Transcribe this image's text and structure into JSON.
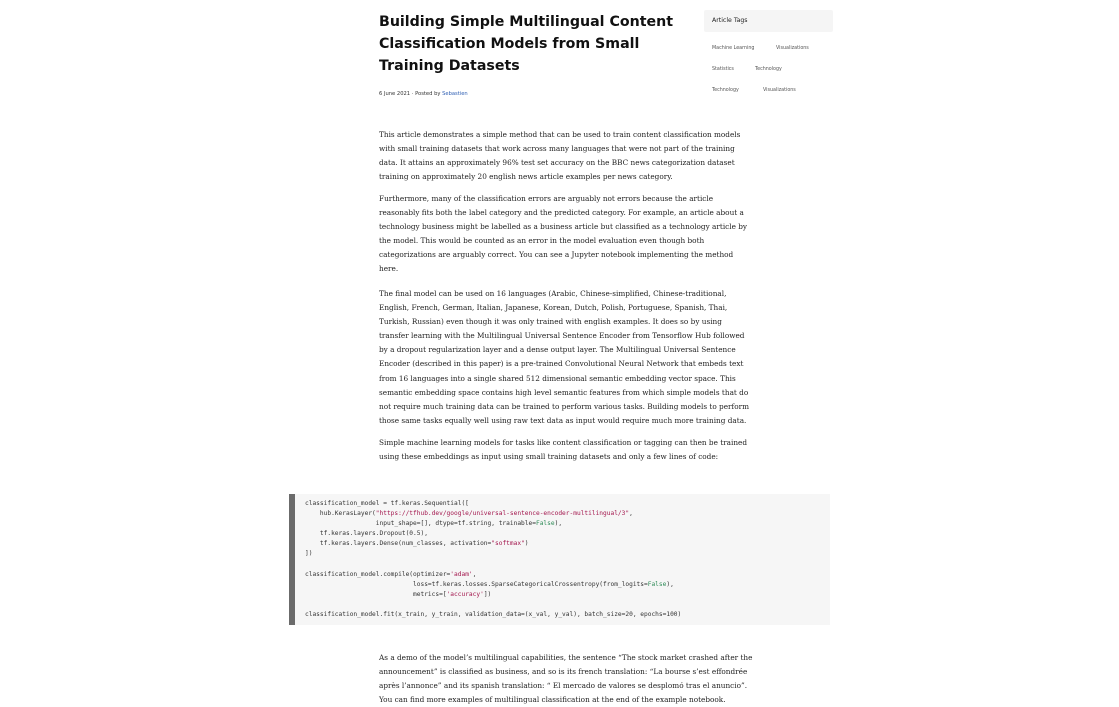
{
  "article": {
    "title": "Building Simple Multilingual Content Classification Models from Small Training Datasets",
    "date": "6 June 2021",
    "posted_by": "Posted by",
    "author": "Sebastien",
    "paragraphs": [
      [
        "This article demonstrates a simple method that can be used to train content classification models",
        "with small training datasets that work across many languages that were not part of the training",
        "data. It attains an approximately 96% test set accuracy on the BBC news categorization dataset",
        "training on approximately 20 english news article examples per news category."
      ],
      [
        "Furthermore, many of the classification errors are arguably not errors because the article",
        "reasonably fits both the label category and the predicted category. For example, an article about a",
        "technology business might be labelled as a business article but classified as a technology article by",
        "the model. This would be counted as an error in the model evaluation even though both",
        "categorizations are arguably correct. You can see a Jupyter notebook implementing the method",
        "here."
      ],
      [
        "The final model can be used on 16 languages (Arabic, Chinese-simplified, Chinese-traditional,",
        "English, French, German, Italian, Japanese, Korean, Dutch, Polish, Portuguese, Spanish, Thai,",
        "Turkish, Russian) even though it was only trained with english examples. It does so by using",
        "transfer learning with the Multilingual Universal Sentence Encoder from Tensorflow Hub followed",
        "by a dropout regularization layer and a dense output layer. The Multilingual Universal Sentence",
        "Encoder (described in this paper) is a pre-trained Convolutional Neural Network that embeds text",
        "from 16 languages into a single shared 512 dimensional semantic embedding vector space. This",
        "semantic embedding space contains high level semantic features from which simple models that do",
        "not require much training data can be trained to perform various tasks. Building models to perform",
        "those same tasks equally well using raw text data as input would require much more training data."
      ],
      [
        " Simple machine learning models for tasks like content classification or tagging can then be trained",
        "using these embeddings as input using small training datasets and only a few lines of code:"
      ],
      [
        "As a demo of the model’s multilingual capabilities, the sentence “The stock market crashed after the",
        "announcement” is classified as business, and so is its french translation: “La bourse s’est effondrée",
        "après l’annonce” and its spanish translation: “ El mercado de valores se desplomó tras el anuncio”.",
        "You can find more examples of multilingual classification at the end of the example notebook."
      ]
    ]
  },
  "tags": {
    "header": "Article Tags",
    "items": [
      "Machine Learning",
      "Visualizations",
      "Statistics",
      "Technology",
      "Technology",
      "Visualizations"
    ]
  },
  "code": {
    "lines": [
      "classification_model = tf.keras.Sequential([",
      "    hub.KerasLayer(\"https://tfhub.dev/google/universal-sentence-encoder-multilingual/3\",",
      "                   input_shape=[], dtype=tf.string, trainable=False),",
      "    tf.keras.layers.Dropout(0.5),",
      "    tf.keras.layers.Dense(num_classes, activation=\"softmax\")",
      "])",
      "",
      "classification_model.compile(optimizer='adam',",
      "                             loss=tf.keras.losses.SparseCategoricalCrossentropy(from_logits=False),",
      "                             metrics=['accuracy'])",
      "",
      "classification_model.fit(x_train, y_train, validation_data=(x_val, y_val), batch_size=20, epochs=100)"
    ]
  }
}
